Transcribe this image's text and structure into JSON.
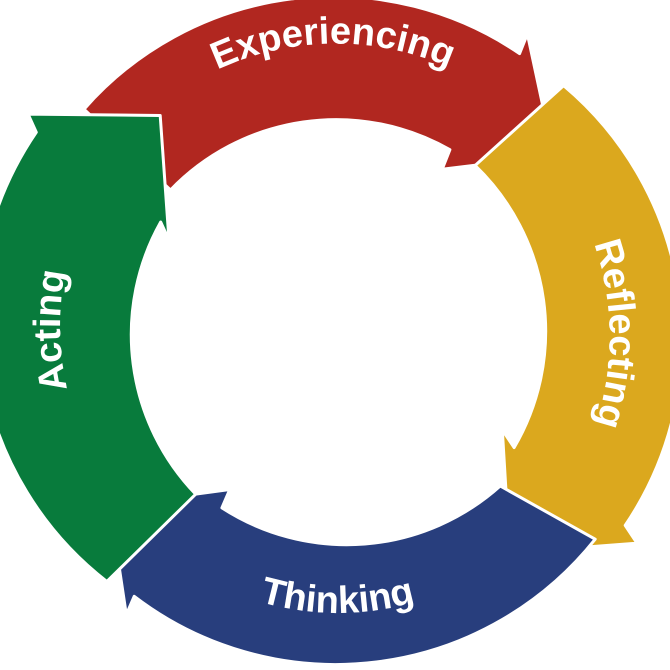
{
  "diagram": {
    "segments": [
      {
        "id": "experiencing",
        "label": "Experiencing",
        "color": "#B12720"
      },
      {
        "id": "reflecting",
        "label": "Reflecting",
        "color": "#DBA81E"
      },
      {
        "id": "thinking",
        "label": "Thinking",
        "color": "#283E7D"
      },
      {
        "id": "acting",
        "label": "Acting",
        "color": "#087B3C"
      }
    ],
    "arrow_direction": "clockwise",
    "outline_color": "#ffffff"
  }
}
